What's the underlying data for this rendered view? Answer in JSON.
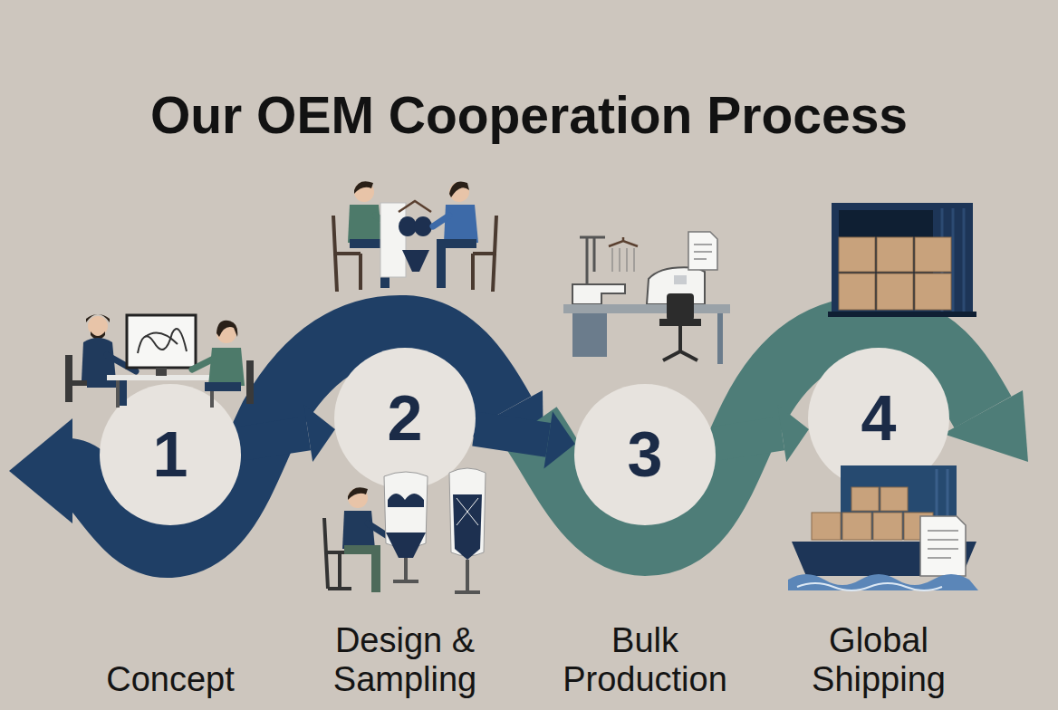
{
  "diagram": {
    "title": "Our OEM Cooperation Process",
    "nodes": [
      {
        "text": [
          "1",
          "Concept"
        ]
      },
      {
        "text": [
          "2",
          "Design & Sampling"
        ]
      },
      {
        "text": [
          "3",
          "Bulk Production"
        ]
      },
      {
        "text": [
          "4",
          "Global Shipping"
        ]
      }
    ],
    "edges": [
      {
        "from": 0,
        "to": 1,
        "arrow": "to"
      },
      {
        "from": 1,
        "to": 2,
        "arrow": "to"
      },
      {
        "from": 2,
        "to": 3,
        "arrow": "to"
      }
    ]
  }
}
